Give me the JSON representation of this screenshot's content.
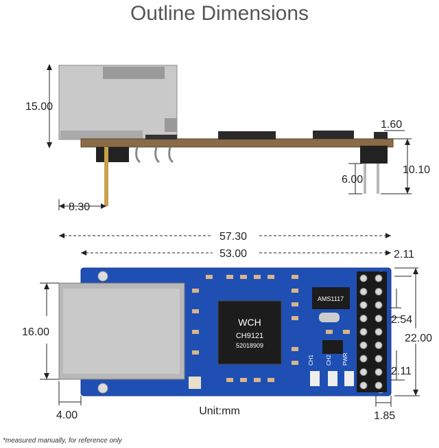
{
  "title": "Outline Dimensions",
  "side_view": {
    "dims": {
      "height_total": "15.00",
      "pcb_thickness": "1.60",
      "header_height": "10.10",
      "pin_length": "6.00",
      "pin_offset": "8.30"
    }
  },
  "top_view": {
    "dims": {
      "total_length": "57.30",
      "pcb_length": "53.00",
      "hole_offset": "2.11",
      "rj45_width": "16.00",
      "rj45_overhang": "4.00",
      "pin_pitch": "2.54",
      "pcb_width": "22.00",
      "hole_offset_bottom": "2.11",
      "edge_offset": "1.85"
    },
    "chip_text": [
      "WCH",
      "CH9121",
      "52018909"
    ],
    "regulator_text": "AMS1117",
    "leds": [
      "CH1",
      "CH2",
      "PWR"
    ],
    "colors": {
      "pcb": "#1f4fb3",
      "pcb_dark": "#163d8f",
      "rj45": "#b8b8b8"
    }
  },
  "unit": "Unit:mm",
  "note": "*measured manually, for reference only"
}
